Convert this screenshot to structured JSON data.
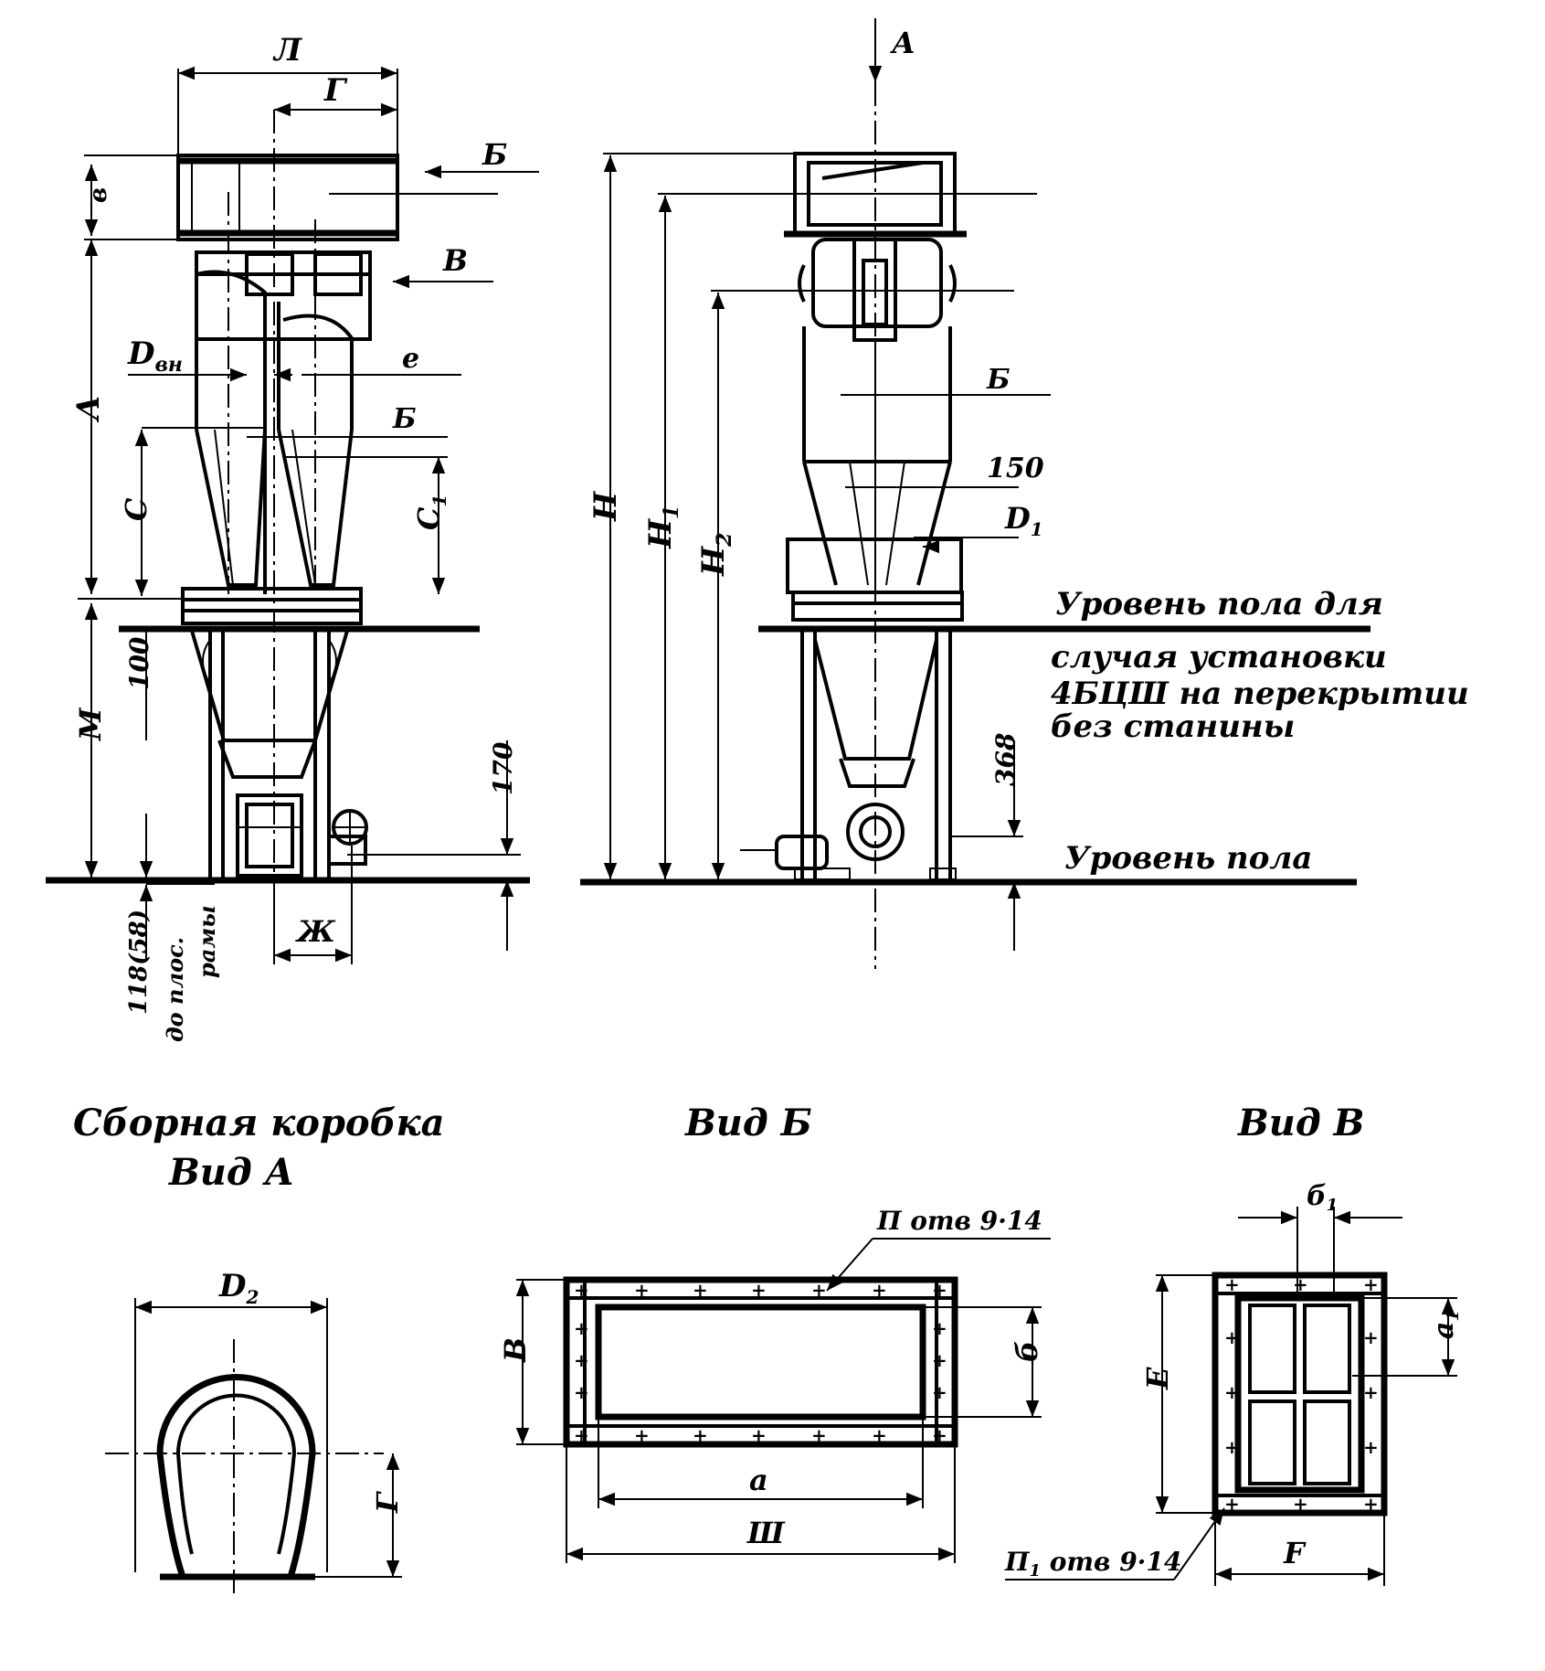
{
  "title_box": "Сборная коробка",
  "labels": {
    "L": "Л",
    "G": "Г",
    "B_cyr": "Б",
    "V_cyr": "В",
    "A_cyr": "А",
    "b_small": "в",
    "D_vn": "D",
    "D_vn_sub": "вн",
    "e": "е",
    "C": "С",
    "C1": "С",
    "C1_sub": "1",
    "M": "М",
    "dim_100": "100",
    "dim_170": "170",
    "dim_118": "118(58)",
    "floor_note_1": "до плос.",
    "floor_note_2": "рамы",
    "Zh": "Ж",
    "A_arrow": "А",
    "H": "Н",
    "H1": "Н",
    "H1_sub": "1",
    "H2": "Н",
    "H2_sub": "2",
    "B_right": "Б",
    "dim_150": "150",
    "D1": "D",
    "D1_sub": "1",
    "dim_368": "368",
    "floor_level_text_1": "Уровень пола для",
    "floor_level_text_2": "случая установки",
    "floor_level_text_3": "4БЦШ на перекрытии",
    "floor_level_text_4": "без станины",
    "floor_level": "Уровень пола"
  },
  "views": {
    "box_title_1": "Сборная коробка",
    "box_title_2": "Вид А",
    "view_B_title": "Вид Б",
    "view_V_title": "Вид В",
    "D2": "D",
    "D2_sub": "2",
    "G_box": "Г",
    "holes_P": "П отв 9·14",
    "dim_B": "В",
    "dim_b": "б",
    "dim_a": "а",
    "dim_Sh": "Ш",
    "dim_b1": "б",
    "dim_b1_sub": "1",
    "dim_a1": "а",
    "dim_a1_sub": "1",
    "dim_E": "Е",
    "holes_P1": "П",
    "holes_P1_sub": "1",
    "holes_P1_rest": " отв 9·14",
    "dim_F": "F"
  }
}
